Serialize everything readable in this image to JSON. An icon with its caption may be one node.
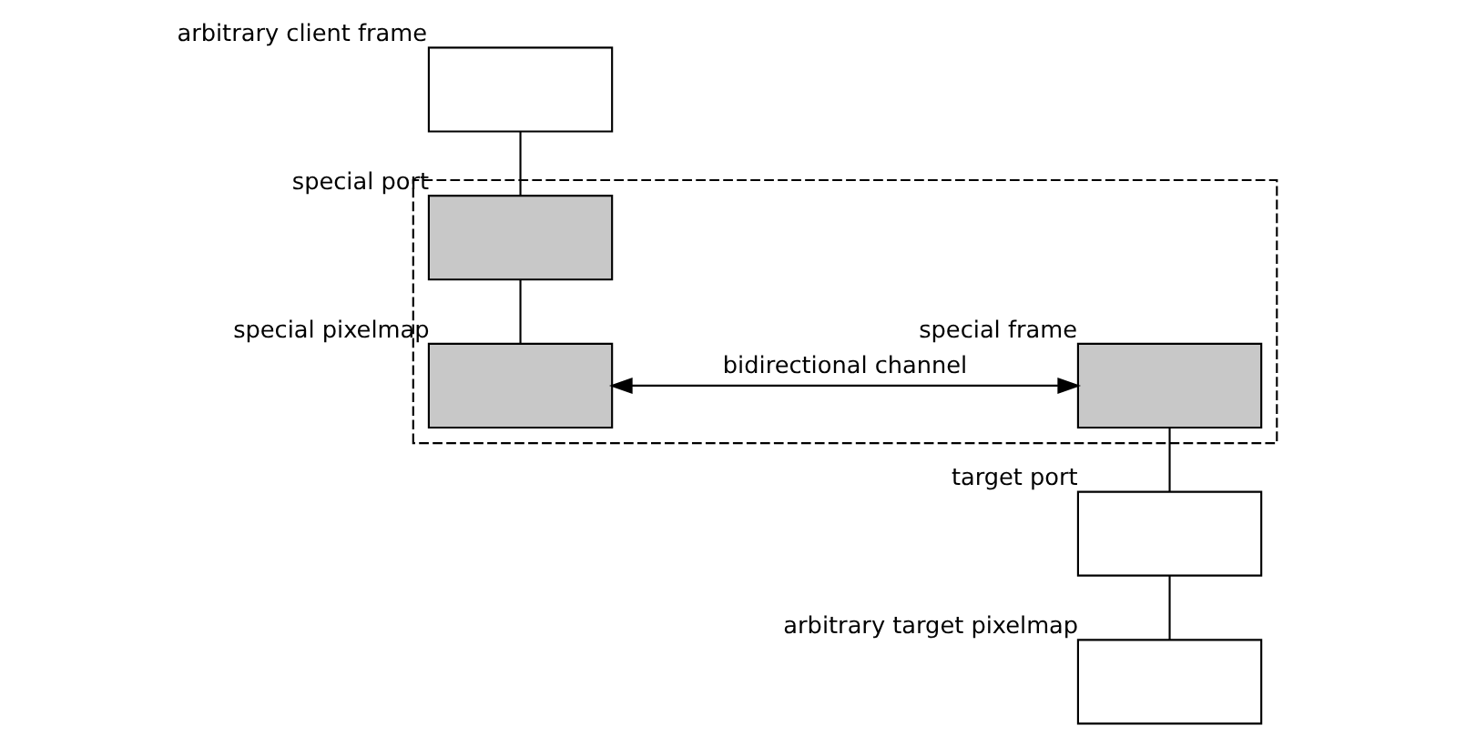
{
  "diagram": {
    "nodes": [
      {
        "text": [],
        "shape": "box",
        "beside": [
          "arbitrary client frame"
        ]
      },
      {
        "text": [],
        "shape": "box"
      },
      {
        "text": [],
        "shape": "box",
        "in": 1,
        "beside": [
          "special port"
        ]
      },
      {
        "text": [],
        "shape": "box",
        "in": 1,
        "beside": [
          "special pixelmap"
        ]
      },
      {
        "text": [],
        "shape": "box",
        "in": 1,
        "beside": [
          "special frame"
        ]
      },
      {
        "text": [],
        "shape": "box",
        "beside": [
          "target port"
        ]
      },
      {
        "text": [],
        "shape": "box",
        "beside": [
          "arbitrary target pixelmap"
        ]
      }
    ],
    "edges": [
      {
        "from": 0,
        "to": 2,
        "arrow": "none"
      },
      {
        "from": 2,
        "to": 3,
        "arrow": "none"
      },
      {
        "from": 3,
        "to": 4,
        "arrow": "both",
        "label": "bidirectional channel"
      },
      {
        "from": 4,
        "to": 5,
        "arrow": "none"
      },
      {
        "from": 5,
        "to": 6,
        "arrow": "none"
      }
    ]
  }
}
